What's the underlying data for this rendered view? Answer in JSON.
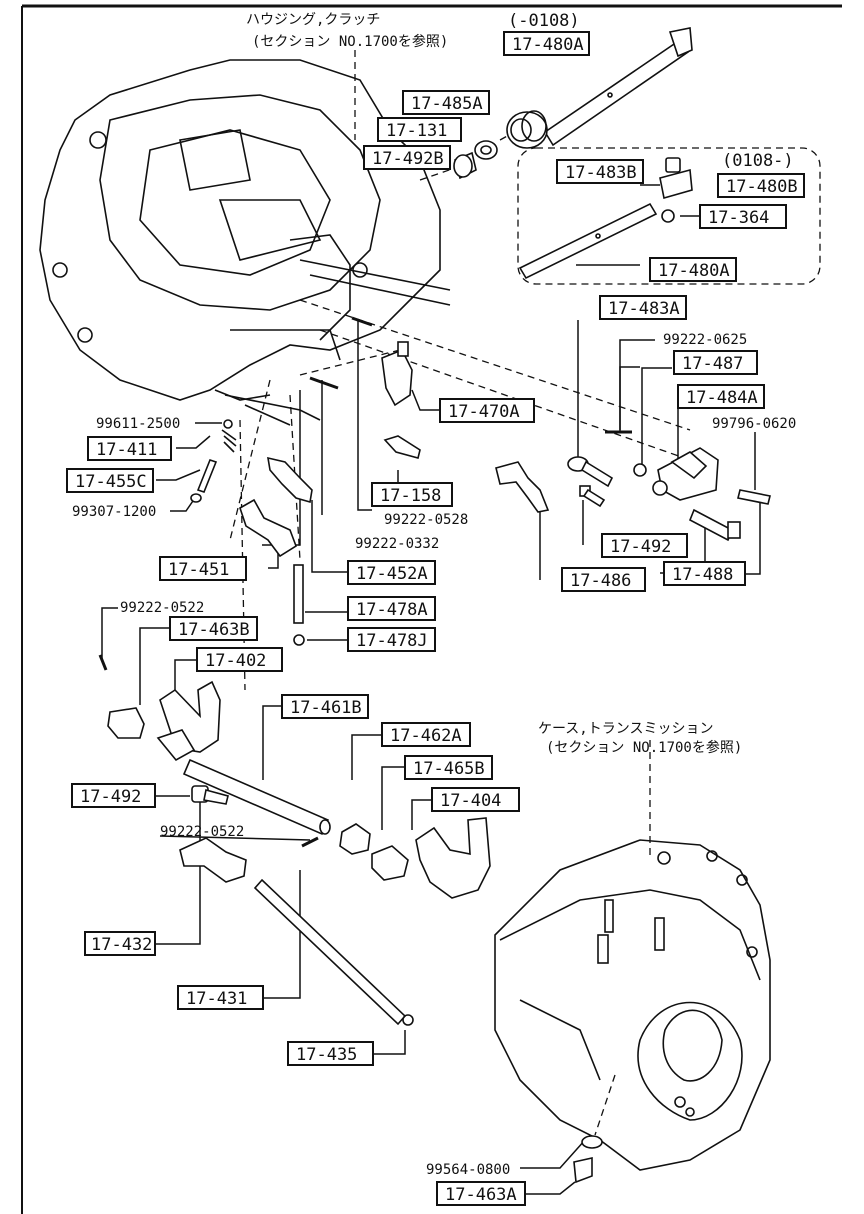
{
  "annotations": {
    "housing_clutch_1": "ハウジング,クラッチ",
    "housing_clutch_2": "(セクション NO.1700を参照)",
    "case_transmission_1": "ケース,トランスミッション",
    "case_transmission_2": "(セクション NO.1700を参照)",
    "range_upto_0108": "(-0108)",
    "range_from_0108": "(0108-)"
  },
  "part_labels": [
    "17-480A",
    "17-485A",
    "17-131",
    "17-492B",
    "17-483B",
    "17-480B",
    "17-364",
    "17-480A",
    "17-483A",
    "17-487",
    "17-484A",
    "17-470A",
    "17-411",
    "17-455C",
    "17-158",
    "17-492",
    "17-486",
    "17-488",
    "17-451",
    "17-452A",
    "17-478A",
    "17-478J",
    "17-463B",
    "17-402",
    "17-461B",
    "17-462A",
    "17-465B",
    "17-404",
    "17-492",
    "17-432",
    "17-431",
    "17-435",
    "17-463A"
  ],
  "part_numbers": [
    "99222-0625",
    "99796-0620",
    "99611-2500",
    "99307-1200",
    "99222-0528",
    "99222-0332",
    "99222-0522",
    "99222-0522",
    "99564-0800"
  ],
  "colors": {
    "ink": "#111111",
    "paper": "#ffffff"
  }
}
